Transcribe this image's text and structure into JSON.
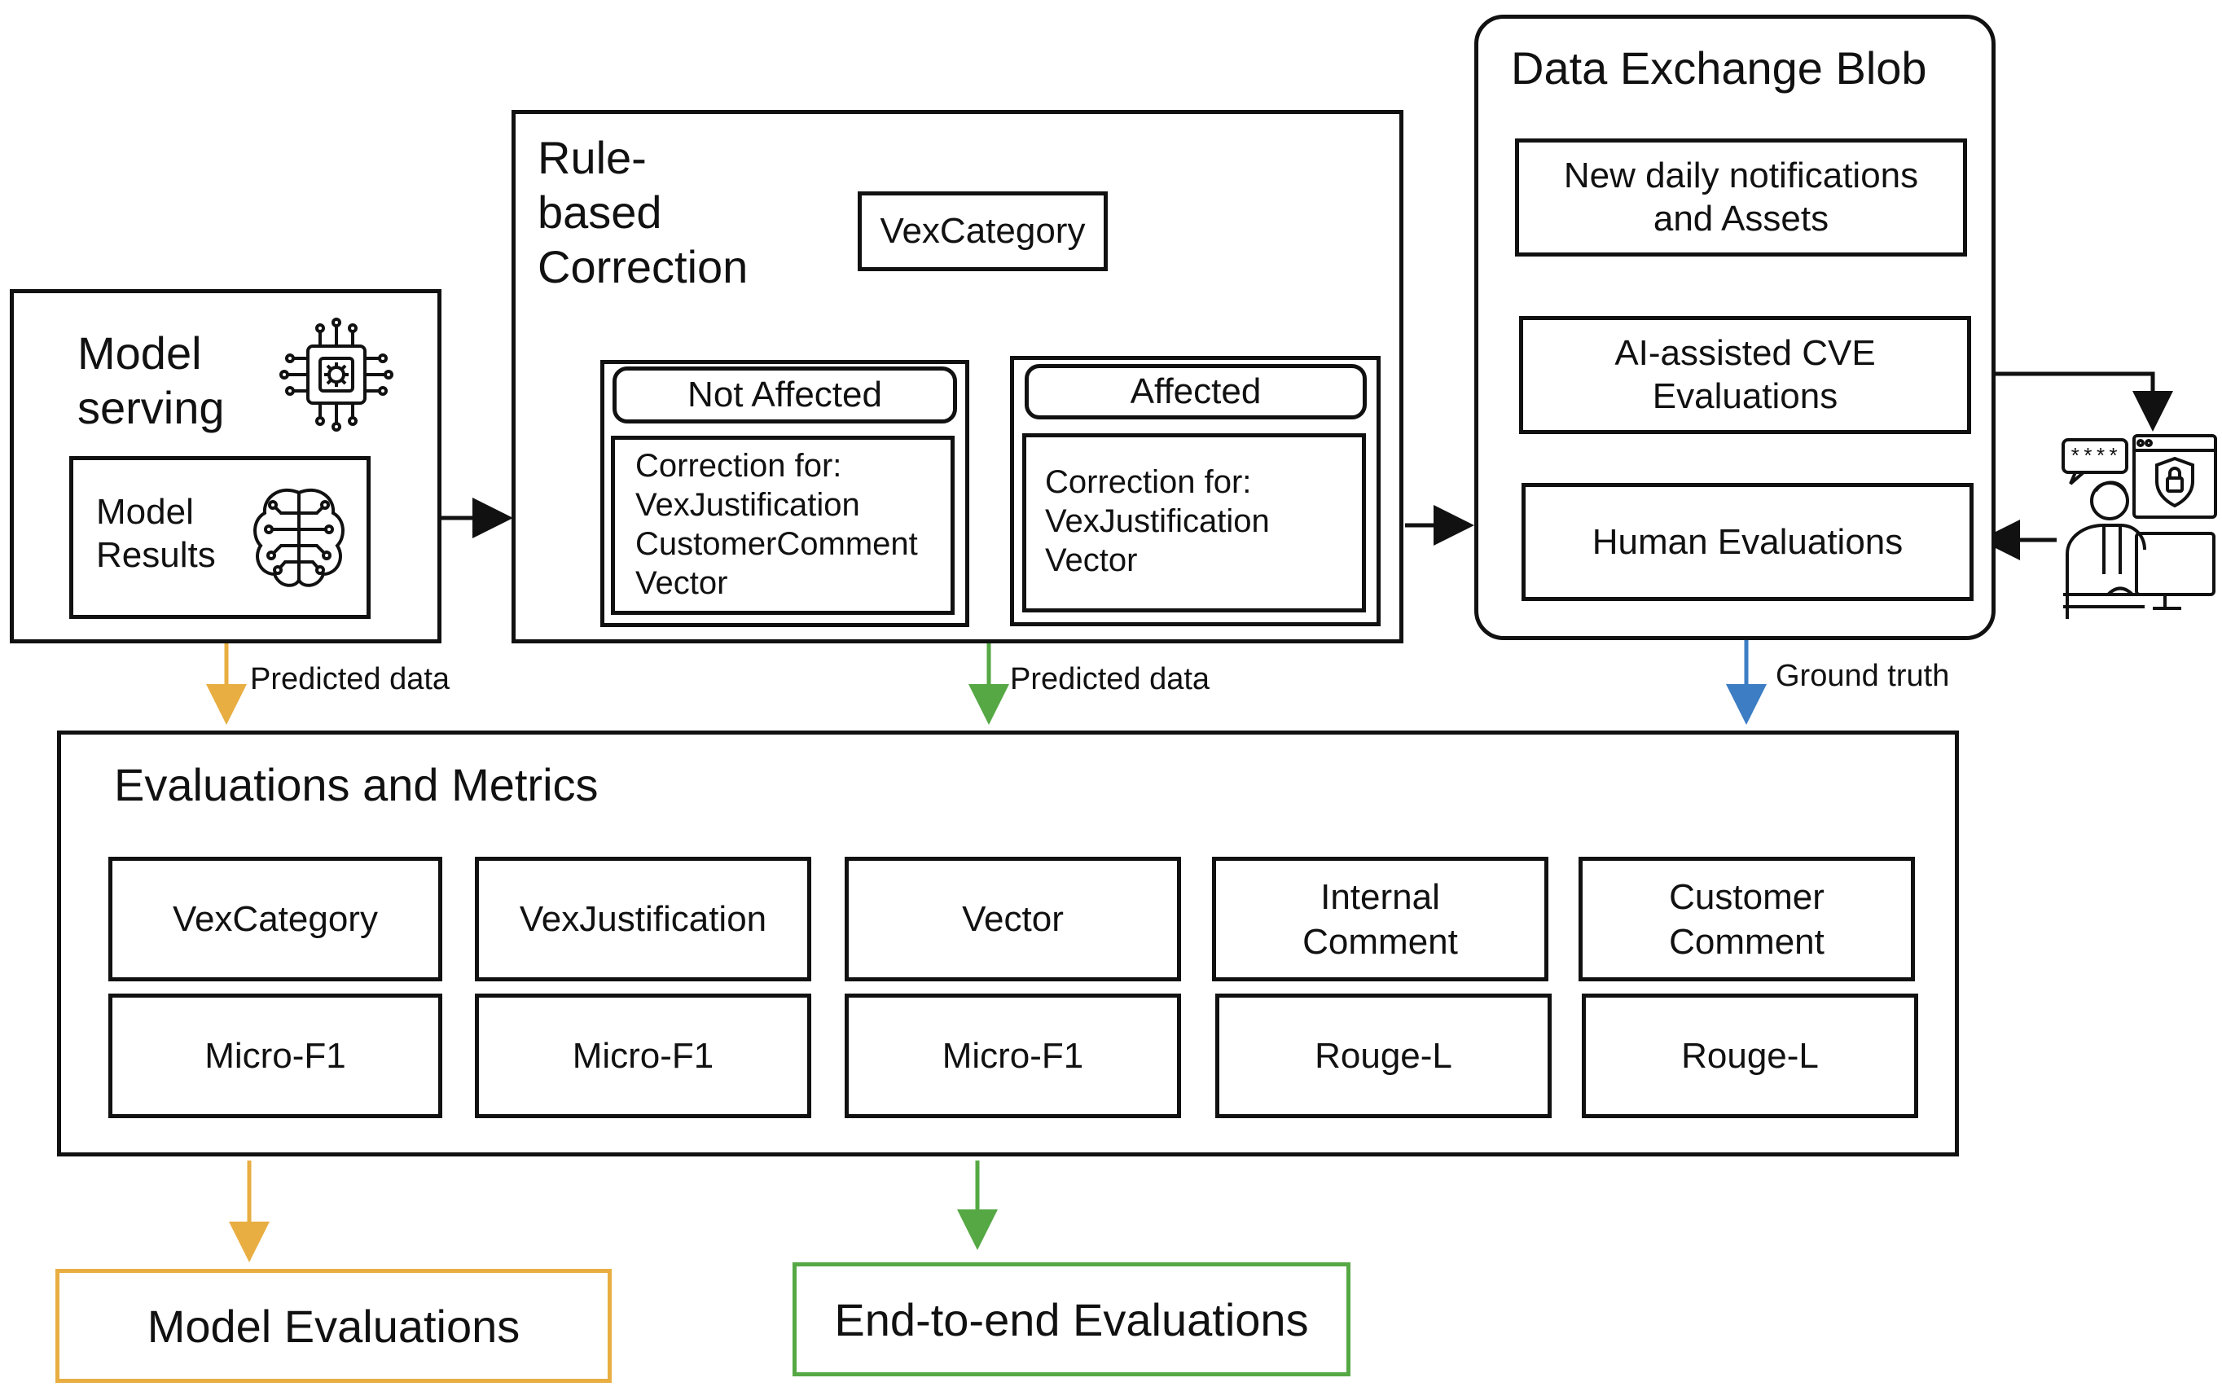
{
  "model_serving": {
    "title": "Model\nserving",
    "results_label": "Model\nResults"
  },
  "rule_based": {
    "title": "Rule-\nbased\nCorrection",
    "vex_category": "VexCategory",
    "not_affected": {
      "label": "Not Affected",
      "corrections": "Correction for:\nVexJustification\nCustomerComment\nVector"
    },
    "affected": {
      "label": "Affected",
      "corrections": "Correction for:\nVexJustification\nVector"
    }
  },
  "blob": {
    "title": "Data Exchange Blob",
    "items": [
      "New daily notifications\nand Assets",
      "AI-assisted CVE\nEvaluations",
      "Human Evaluations"
    ]
  },
  "edges": {
    "predicted_left": "Predicted data",
    "predicted_mid": "Predicted data",
    "ground_truth": "Ground truth"
  },
  "evaluations": {
    "title": "Evaluations and Metrics",
    "columns": [
      {
        "field": "VexCategory",
        "metric": "Micro-F1"
      },
      {
        "field": "VexJustification",
        "metric": "Micro-F1"
      },
      {
        "field": "Vector",
        "metric": "Micro-F1"
      },
      {
        "field": "Internal\nComment",
        "metric": "Rouge-L"
      },
      {
        "field": "Customer\nComment",
        "metric": "Rouge-L"
      }
    ]
  },
  "outputs": {
    "model_evaluations": "Model Evaluations",
    "end_to_end": "End-to-end Evaluations"
  },
  "colors": {
    "orange": "#E8AE42",
    "green": "#55A844",
    "blue": "#3C7DC4",
    "black": "#111111"
  }
}
